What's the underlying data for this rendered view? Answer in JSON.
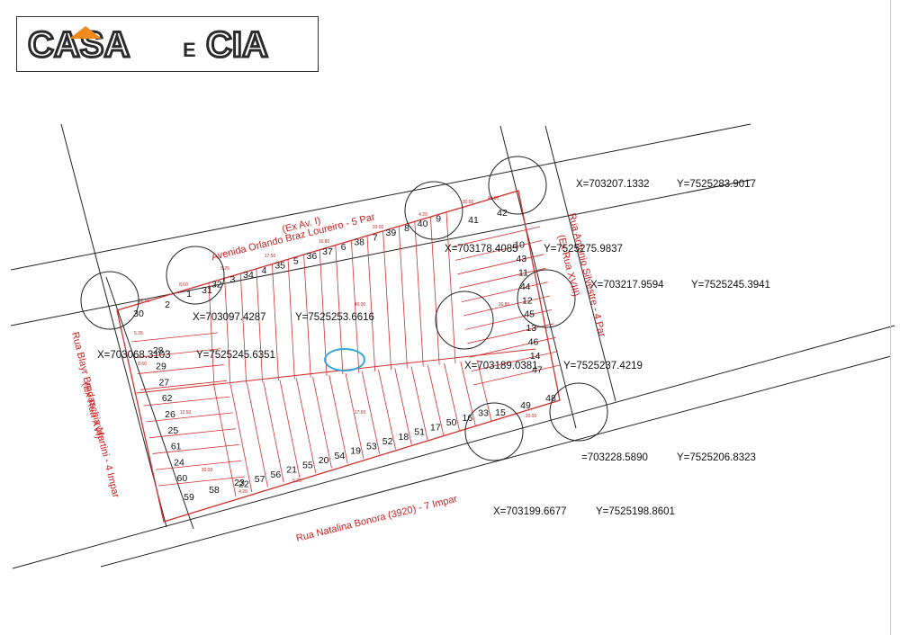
{
  "logo": {
    "word1": "CASA",
    "conj": "E",
    "word2": "CIA",
    "accent": "#f08a1c",
    "ink": "#2b2b2b"
  },
  "colors": {
    "lots": "#d32f2f",
    "lines": "#222222",
    "marker": "#37a6d6"
  },
  "streets": {
    "top_line1": "Avenida Orlando Braz Loureiro - 5 Par",
    "top_line2": "(Ex Av. I)",
    "left_line1": "Rua Blayr Bradaschia Martini - 4 Impar",
    "left_line2": "(Ex Rua XVI)",
    "right_line1": "Rua Antonio Silvestre - 4 Par",
    "right_line2": "(Ex Rua XVIII)",
    "bottom": "Rua Natalina Bonora (3920) - 7 Impar"
  },
  "coordinates": [
    {
      "x": "X=703207.1332",
      "y": "Y=7525283.9017"
    },
    {
      "x": "X=703178.4085",
      "y": "Y=7525275.9837"
    },
    {
      "x": "X=703217.9594",
      "y": "Y=7525245.3941"
    },
    {
      "x": "X=703097.4287",
      "y": "Y=7525253.6616"
    },
    {
      "x": "X=703068.3103",
      "y": "Y=7525245.6351"
    },
    {
      "x": "X=703189.0381",
      "y": "Y=7525237.4219"
    },
    {
      "x": "=703228.5890",
      "y": "Y=7525206.8323"
    },
    {
      "x": "X=703199.6677",
      "y": "Y=7525198.8601"
    }
  ],
  "lots": {
    "top_row": [
      "32",
      "3",
      "34",
      "4",
      "35",
      "5",
      "36",
      "37",
      "6",
      "38",
      "7",
      "39",
      "8",
      "40",
      "9"
    ],
    "bottom_row": [
      "22",
      "57",
      "56",
      "21",
      "55",
      "20",
      "54",
      "19",
      "53",
      "52",
      "18",
      "51",
      "17",
      "50",
      "16",
      "33"
    ],
    "corners": [
      "30",
      "2",
      "1",
      "31",
      "41",
      "42",
      "15",
      "49",
      "48",
      "59",
      "58",
      "23"
    ],
    "left_column": [
      "28",
      "29",
      "27",
      "62",
      "26",
      "25",
      "61",
      "24",
      "60"
    ],
    "right_column": [
      "10",
      "43",
      "11",
      "44",
      "12",
      "45",
      "13",
      "46",
      "14",
      "47"
    ]
  },
  "dimensions": [
    "5.25",
    "8.60",
    "12.50",
    "30.00",
    "40.00",
    "17.50",
    "16.80",
    "20.00",
    "4.20"
  ]
}
